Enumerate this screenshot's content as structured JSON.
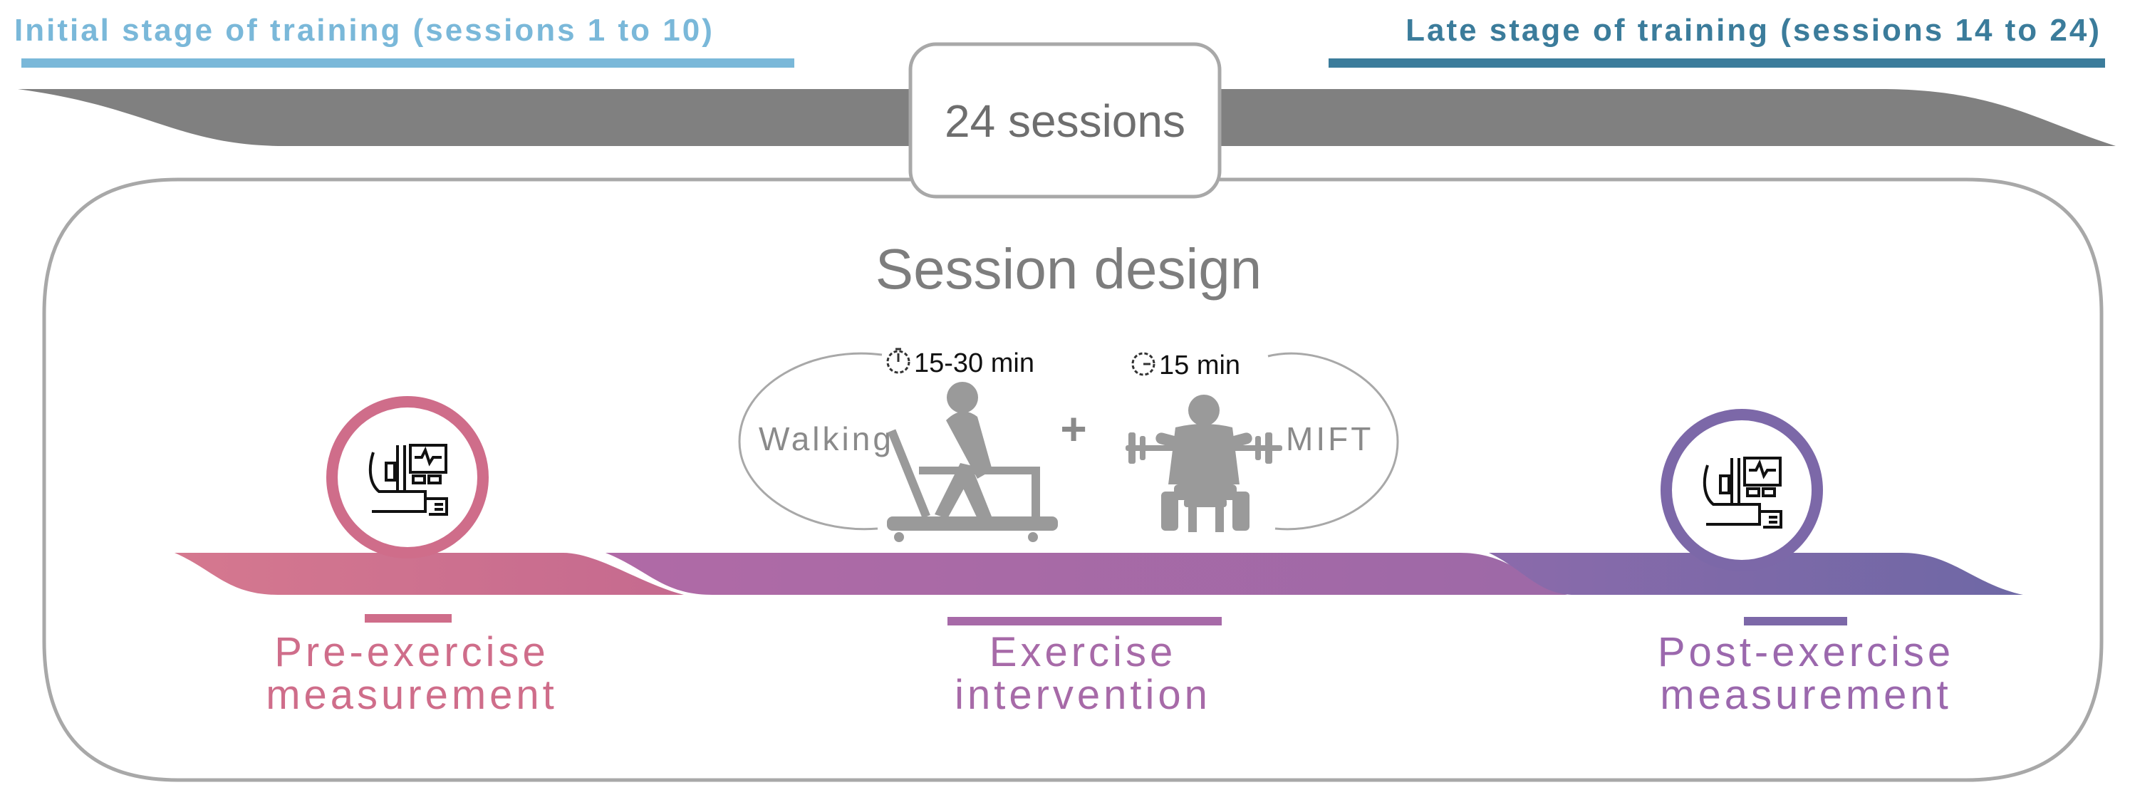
{
  "stages": {
    "initial": "Initial stage of training (sessions 1 to 10)",
    "late": "Late stage of training (sessions 14 to 24)"
  },
  "timeline": {
    "sessions_label": "24 sessions"
  },
  "session_design": {
    "title": "Session design",
    "walking": {
      "label": "Walking",
      "duration": "15-30 min",
      "icon": "treadmill-walker-icon"
    },
    "plus": "+",
    "mift": {
      "label": "MIFT",
      "duration": "15 min",
      "icon": "seated-barbell-lifter-icon"
    }
  },
  "phases": {
    "pre": {
      "line1": "Pre-exercise",
      "line2": "measurement",
      "icon": "measurement-equipment-icon"
    },
    "exercise": {
      "line1": "Exercise",
      "line2": "intervention"
    },
    "post": {
      "line1": "Post-exercise",
      "line2": "measurement",
      "icon": "measurement-equipment-icon"
    }
  },
  "colors": {
    "initial_stage": "#7ab8d9",
    "late_stage": "#3b7c9b",
    "timeline_band": "#808080",
    "frame": "#a8a8a8",
    "pre": "#cf6d8a",
    "exercise": "#a76aa8",
    "post": "#7c68a8",
    "figure": "#9a9a9a"
  }
}
